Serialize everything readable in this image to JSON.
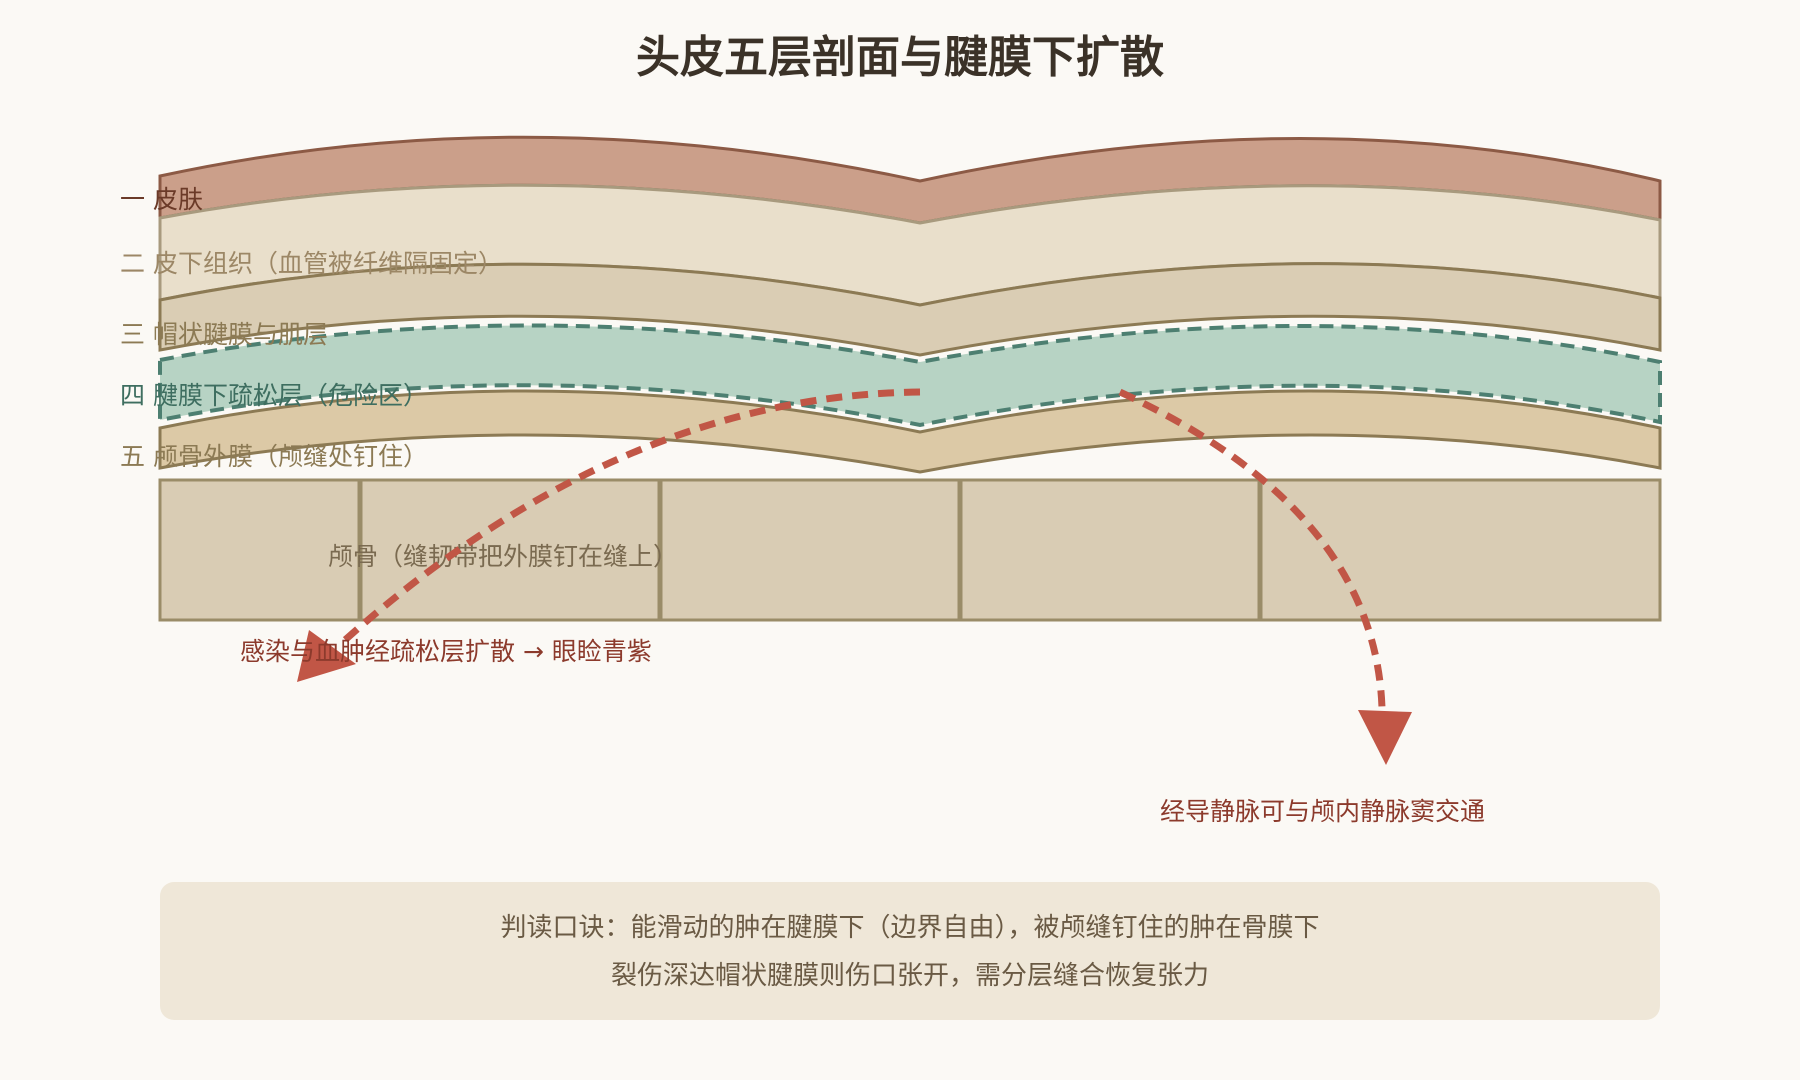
{
  "title": "头皮五层剖面与腱膜下扩散",
  "layers": [
    {
      "label": "一 皮肤",
      "fill": "#cb9f8a",
      "stroke": "#8c5a45",
      "text_color": "#6b3a28",
      "dashed": false
    },
    {
      "label": "二 皮下组织（血管被纤维隔固定）",
      "fill": "#e9dfcb",
      "stroke": "#a89a7e",
      "text_color": "#9c8766",
      "dashed": false
    },
    {
      "label": "三 帽状腱膜与肌层",
      "fill": "#dacdb4",
      "stroke": "#8c7a54",
      "text_color": "#8c7a54",
      "dashed": false
    },
    {
      "label": "四 腱膜下疏松层（危险区）",
      "fill": "#b7d3c4",
      "stroke": "#4d7f71",
      "text_color": "#3e6e60",
      "dashed": true
    },
    {
      "label": "五 颅骨外膜（颅缝处钉住）",
      "fill": "#dcc9a6",
      "stroke": "#8c7a54",
      "text_color": "#8c7a54",
      "dashed": false
    }
  ],
  "bone": {
    "label": "颅骨（缝韧带把外膜钉在缝上）",
    "fill": "#d9ccb4",
    "stroke": "#9a8c68",
    "text_color": "#7a6a50"
  },
  "arrows": {
    "left_label": "感染与血肿经疏松层扩散 → 眼睑青紫",
    "right_label": "经导静脉可与颅内静脉窦交通",
    "color": "#c15646"
  },
  "note": {
    "line1": "判读口诀：能滑动的肿在腱膜下（边界自由），被颅缝钉住的肿在骨膜下",
    "line2": "裂伤深达帽状腱膜则伤口张开，需分层缝合恢复张力"
  }
}
